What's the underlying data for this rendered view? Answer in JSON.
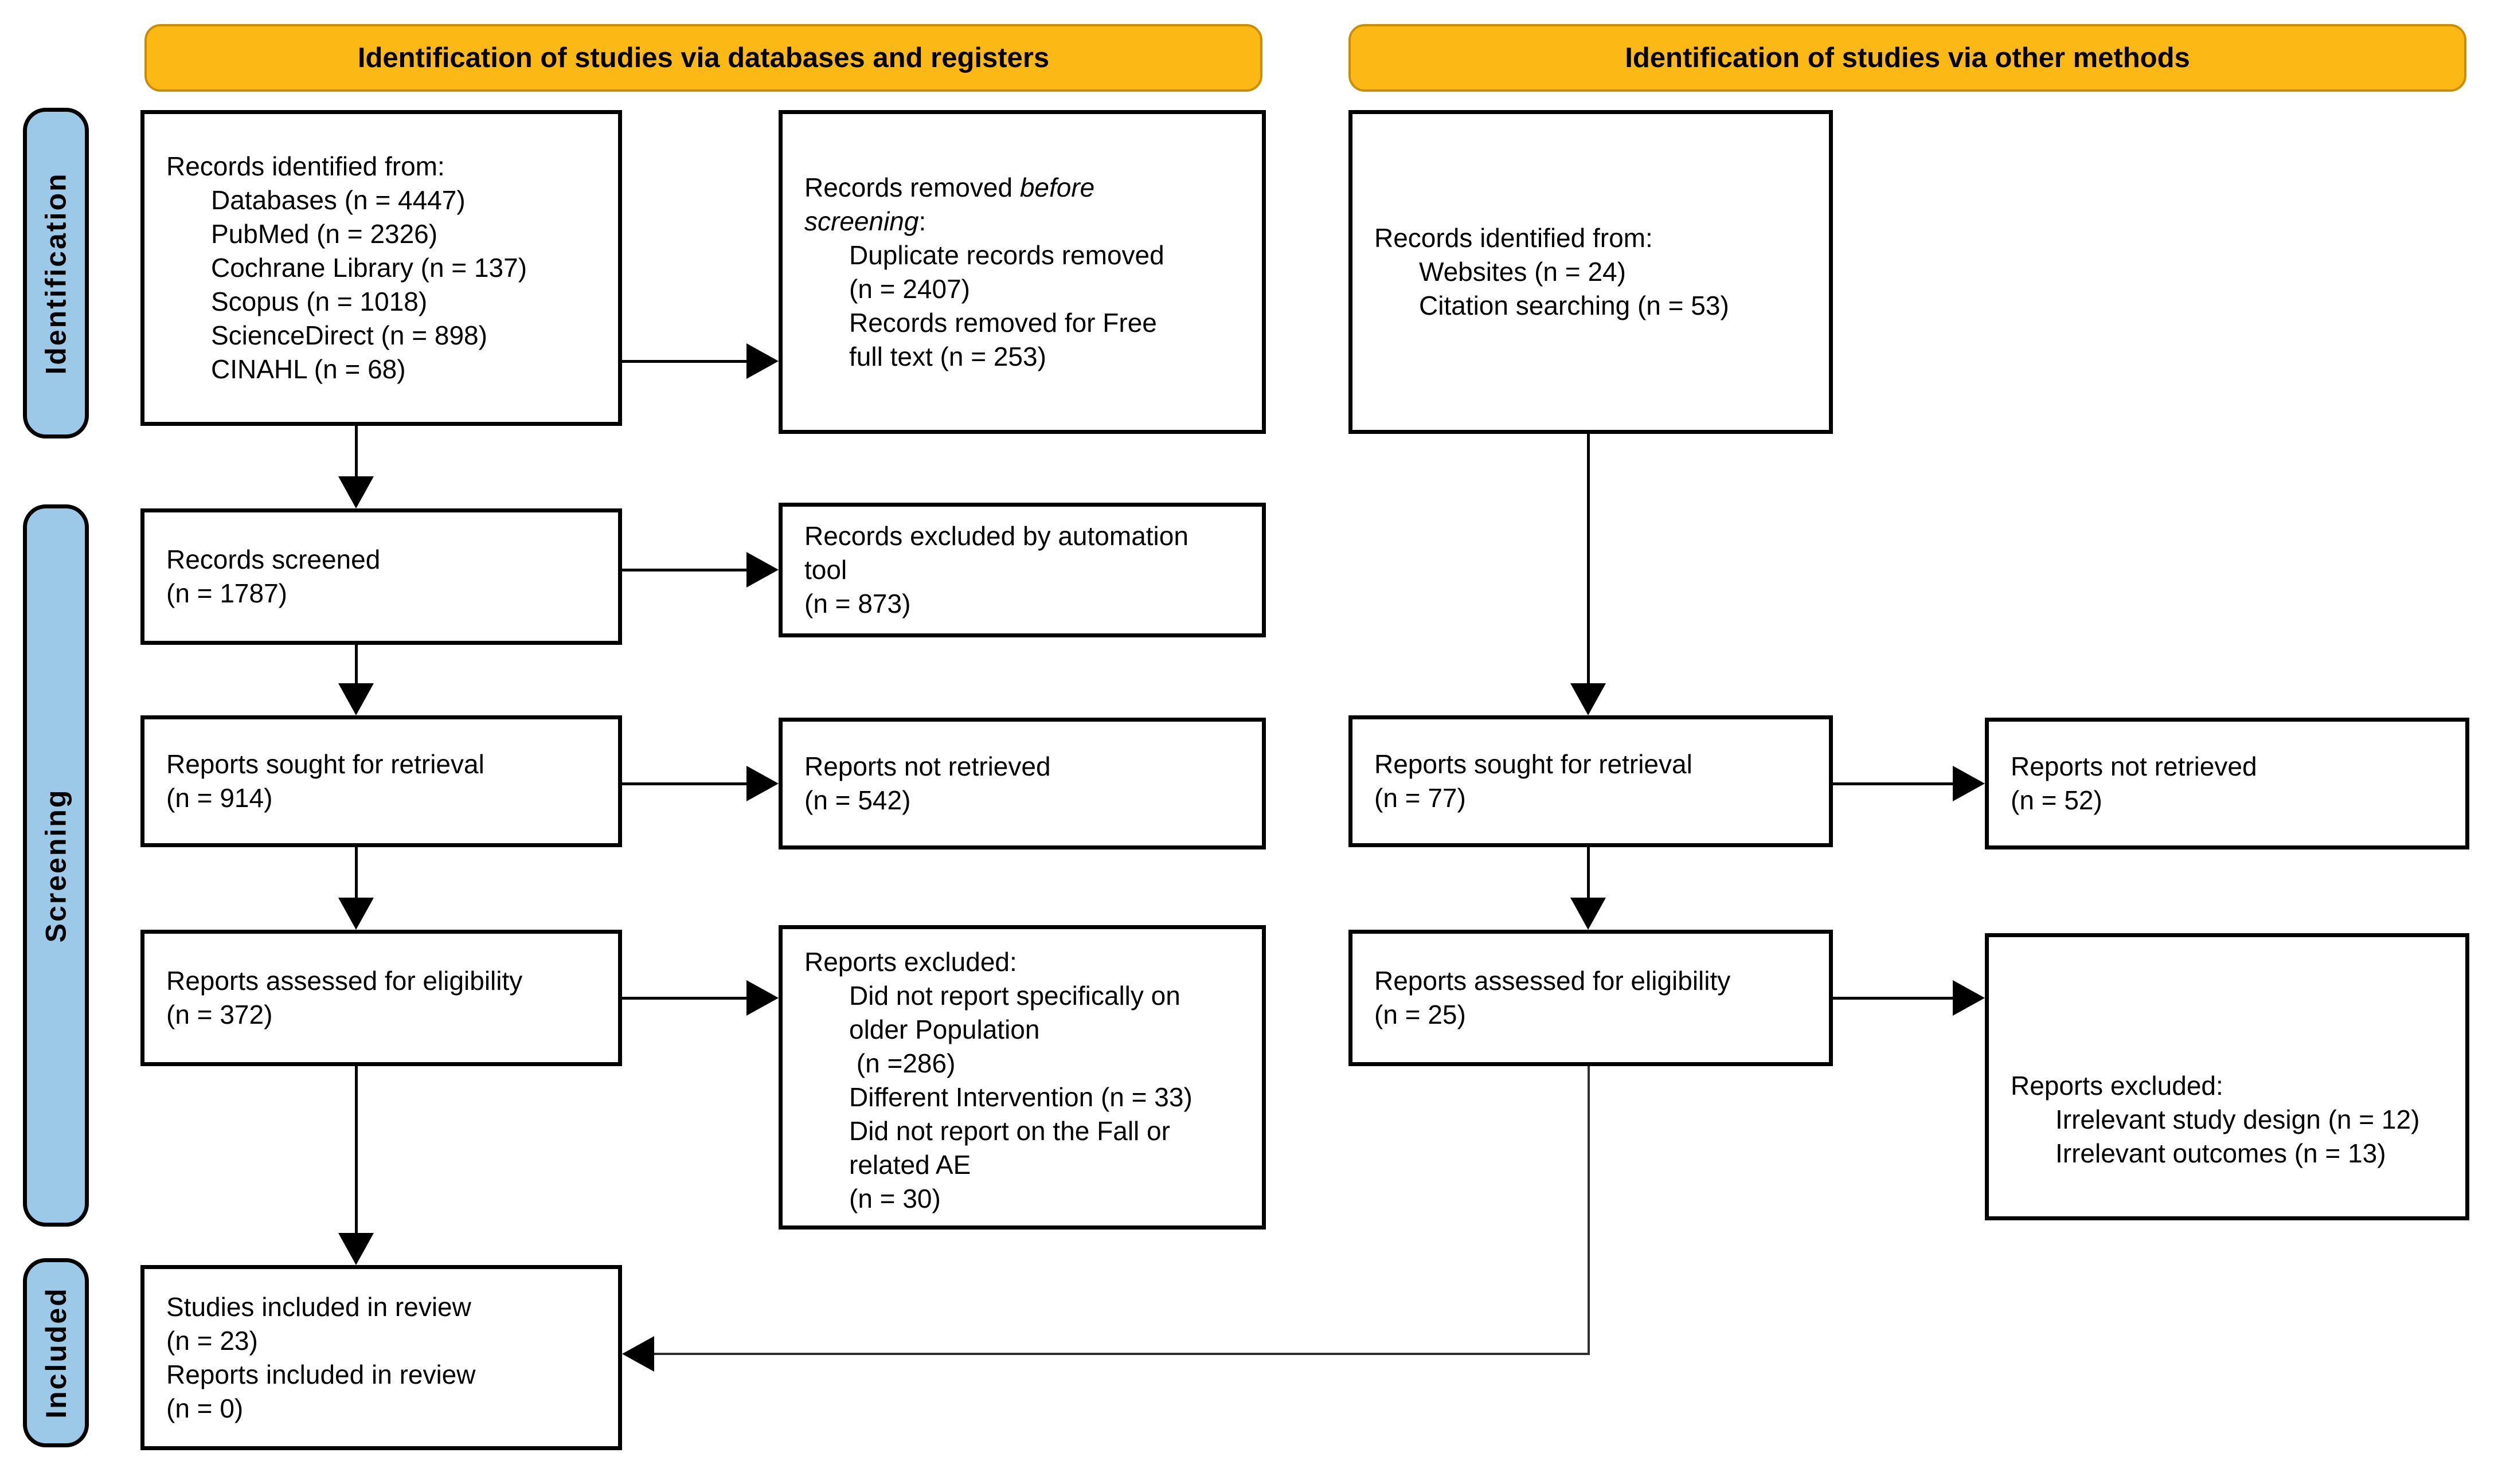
{
  "headers": {
    "databases": "Identification of studies via databases and registers",
    "other": "Identification of studies via other methods"
  },
  "side_labels": {
    "identification": "Identification",
    "screening": "Screening",
    "included": "Included"
  },
  "colors": {
    "header_fill": "#FCB814",
    "header_border": "#C98E06",
    "side_label_fill": "#9DC9E8",
    "box_border": "#000000",
    "text": "#000000",
    "background": "#ffffff"
  },
  "boxes": {
    "records_identified_db": {
      "title": "Records identified from:",
      "items": [
        "Databases (n = 4447)",
        "PubMed (n = 2326)",
        "Cochrane Library (n = 137)",
        "Scopus (n = 1018)",
        "ScienceDirect (n = 898)",
        "CINAHL (n = 68)"
      ]
    },
    "records_removed": {
      "title_pre": "Records removed ",
      "title_em": "before",
      "title_em2": "screening",
      "title_post": ":",
      "items": [
        "Duplicate records removed",
        "(n = 2407)",
        "Records removed for Free",
        "full text (n = 253)"
      ]
    },
    "records_identified_other": {
      "title": "Records identified from:",
      "items": [
        "Websites (n = 24)",
        "Citation searching (n = 53)"
      ]
    },
    "records_screened": {
      "lines": [
        "Records screened",
        "(n = 1787)"
      ]
    },
    "records_excluded_automation": {
      "lines": [
        "Records excluded by automation",
        "tool",
        "(n = 873)"
      ]
    },
    "reports_sought": {
      "lines": [
        "Reports sought for retrieval",
        "(n = 914)"
      ]
    },
    "reports_not_retrieved": {
      "lines": [
        "Reports not retrieved",
        "(n = 542)"
      ]
    },
    "reports_sought_other": {
      "lines": [
        "Reports sought for retrieval",
        "(n = 77)"
      ]
    },
    "reports_not_retrieved_other": {
      "lines": [
        "Reports not retrieved",
        "(n = 52)"
      ]
    },
    "reports_assessed": {
      "lines": [
        "Reports assessed for eligibility",
        "(n = 372)"
      ]
    },
    "reports_excluded": {
      "title": "Reports excluded:",
      "items": [
        "Did not report specifically on",
        "older Population",
        " (n =286)",
        "Different Intervention (n = 33)",
        "Did not report on the Fall or",
        "related AE",
        "(n = 30)"
      ]
    },
    "reports_assessed_other": {
      "lines": [
        "Reports assessed for eligibility",
        "(n = 25)"
      ]
    },
    "reports_excluded_other": {
      "title": "Reports excluded:",
      "items": [
        "Irrelevant study design (n = 12)",
        "Irrelevant outcomes (n = 13)"
      ]
    },
    "included": {
      "lines": [
        "Studies included in review",
        "(n = 23)",
        "Reports included in review",
        "(n = 0)"
      ]
    }
  }
}
